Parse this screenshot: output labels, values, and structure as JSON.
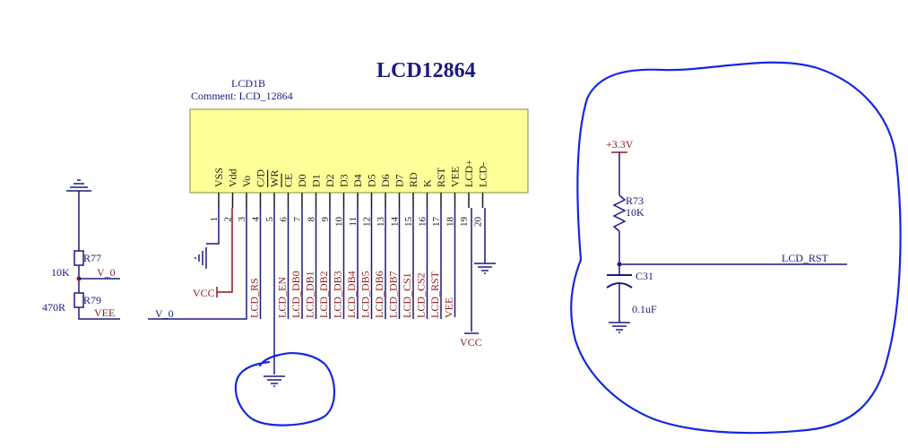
{
  "title": "LCD12864",
  "component": {
    "designator": "LCD1B",
    "comment": "Comment: LCD_12864",
    "body_color": "#ffff99",
    "pins": [
      {
        "num": "1",
        "name": "VSS",
        "overline": false
      },
      {
        "num": "2",
        "name": "Vdd",
        "overline": false
      },
      {
        "num": "3",
        "name": "Vo",
        "overline": false
      },
      {
        "num": "4",
        "name": "C/D",
        "overline": false
      },
      {
        "num": "5",
        "name": "WR",
        "overline": true
      },
      {
        "num": "6",
        "name": "CE",
        "overline": true
      },
      {
        "num": "7",
        "name": "D0",
        "overline": false
      },
      {
        "num": "8",
        "name": "D1",
        "overline": false
      },
      {
        "num": "9",
        "name": "D2",
        "overline": false
      },
      {
        "num": "10",
        "name": "D3",
        "overline": false
      },
      {
        "num": "11",
        "name": "D4",
        "overline": false
      },
      {
        "num": "12",
        "name": "D5",
        "overline": false
      },
      {
        "num": "13",
        "name": "D6",
        "overline": false
      },
      {
        "num": "14",
        "name": "D7",
        "overline": false
      },
      {
        "num": "15",
        "name": "RD",
        "overline": false
      },
      {
        "num": "16",
        "name": "K",
        "overline": false
      },
      {
        "num": "17",
        "name": "RST",
        "overline": false
      },
      {
        "num": "18",
        "name": "VEE",
        "overline": false
      },
      {
        "num": "19",
        "name": "LCD+",
        "overline": false
      },
      {
        "num": "20",
        "name": "LCD-",
        "overline": false
      }
    ],
    "net_labels": [
      "LCD_RS",
      "LCD_EN",
      "LCD_DB0",
      "LCD_DB1",
      "LCD_DB2",
      "LCD_DB3",
      "LCD_DB4",
      "LCD_DB5",
      "LCD_DB6",
      "LCD_DB7",
      "LCD_CS1",
      "LCD_CS2",
      "LCD_RST",
      "VEE"
    ]
  },
  "power_labels": {
    "vcc_left": "VCC",
    "vcc_bottom": "VCC",
    "v0_bus": "V_0"
  },
  "left_network": {
    "r77": "R77",
    "r77_value": "10K",
    "v0": "V_0",
    "r79": "R79",
    "r79_value": "470R",
    "vee": "VEE"
  },
  "reset_circuit": {
    "supply": "+3.3V",
    "r73": "R73",
    "r73_value": "10K",
    "net": "LCD_RST",
    "c31": "C31",
    "c31_value": "0.1uF"
  },
  "colors": {
    "wire": "#1a1a80",
    "net_label": "#8b1a1a",
    "annotation": "#1428e0"
  }
}
